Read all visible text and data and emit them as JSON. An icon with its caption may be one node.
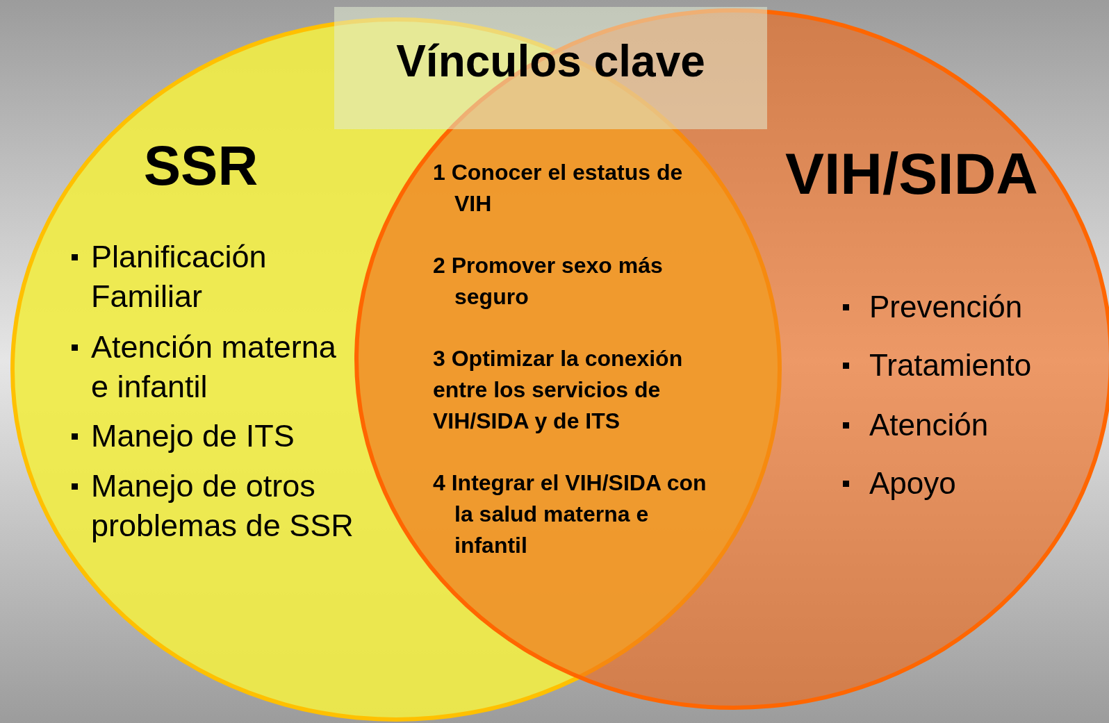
{
  "diagram": {
    "title": "Vínculos clave",
    "nodes": [
      {
        "text": [
          "SSR",
          "Planificación Familiar",
          "Atención materna e infantil",
          "Manejo de ITS",
          "Manejo de otros problemas de SSR"
        ]
      },
      {
        "text": [
          "VIH/SIDA",
          "Prevención",
          "Tratamiento",
          "Atención",
          "Apoyo"
        ]
      }
    ],
    "labels": [
      "1 Conocer el estatus de VIH",
      "2 Promover sexo más seguro",
      "3 Optimizar la conexión entre los servicios de VIH/SIDA y de ITS",
      "4 Integrar el VIH/SIDA con la salud materna e infantil"
    ]
  }
}
